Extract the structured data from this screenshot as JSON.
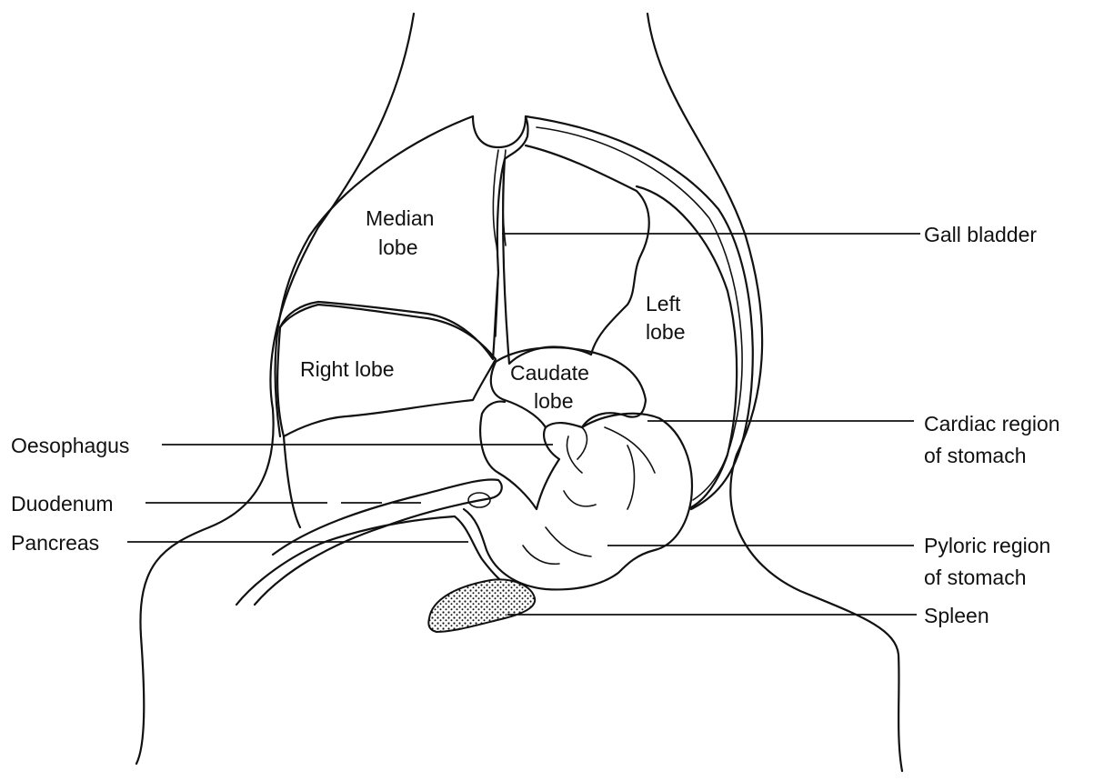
{
  "labels": {
    "median_lobe": [
      "Median",
      "lobe"
    ],
    "left_lobe": [
      "Left",
      "lobe"
    ],
    "right_lobe": "Right lobe",
    "caudate_lobe": [
      "Caudate",
      "lobe"
    ],
    "gall_bladder": "Gall bladder",
    "cardiac_region": [
      "Cardiac region",
      "of stomach"
    ],
    "pyloric_region": [
      "Pyloric region",
      "of stomach"
    ],
    "spleen": "Spleen",
    "oesophagus": "Oesophagus",
    "duodenum": "Duodenum",
    "pancreas": "Pancreas"
  }
}
